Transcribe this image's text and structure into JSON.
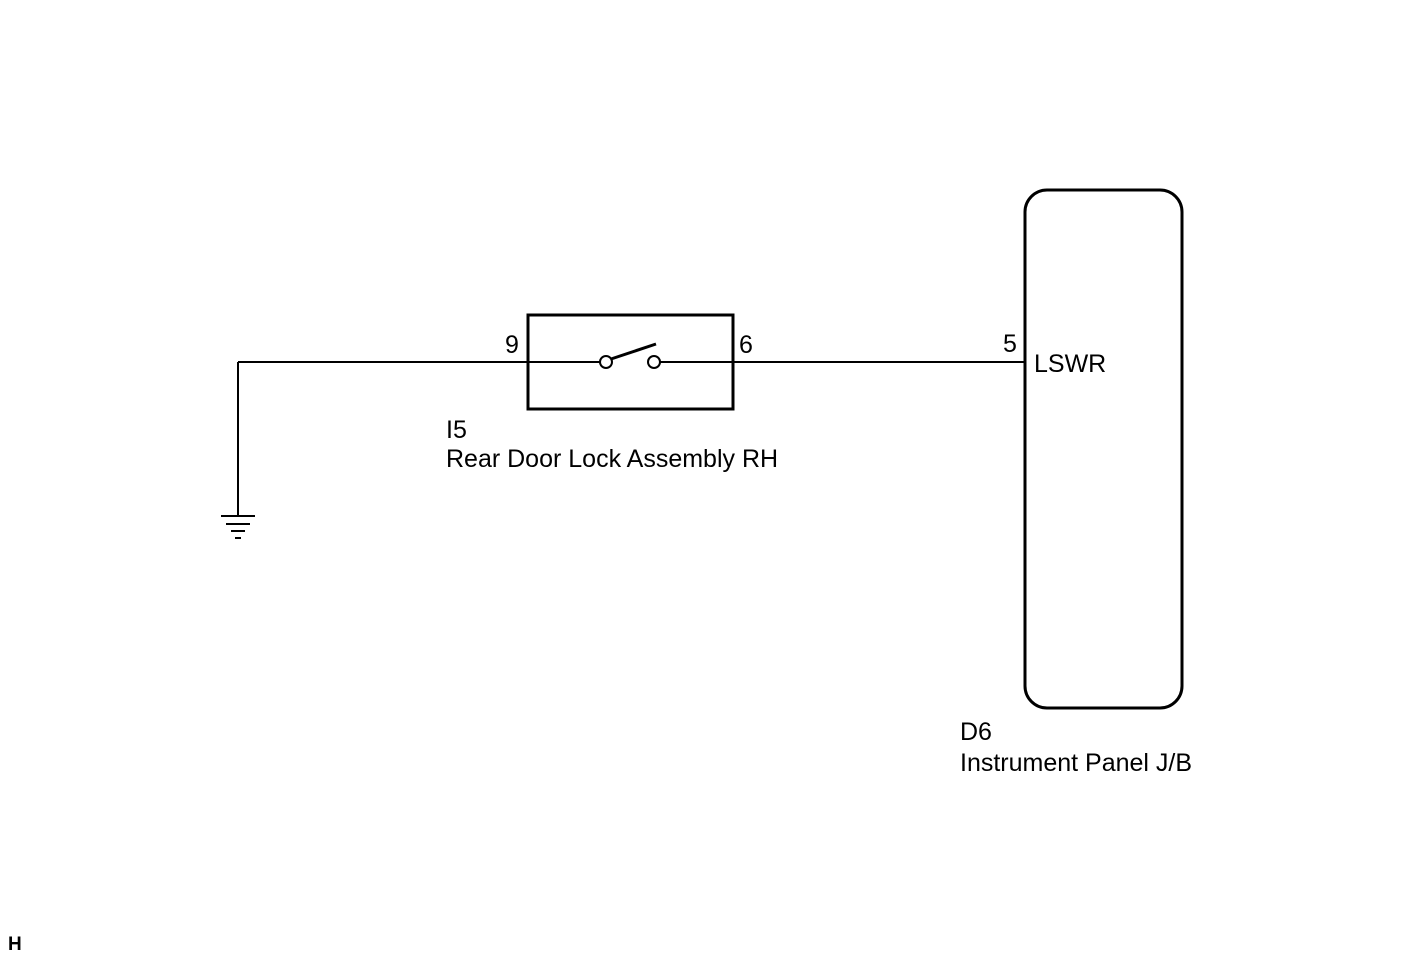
{
  "switch_component": {
    "code": "I5",
    "name": "Rear Door Lock Assembly RH",
    "pin_left": "9",
    "pin_right": "6"
  },
  "junction_block": {
    "code": "D6",
    "name": "Instrument Panel J/B",
    "pin": "5",
    "terminal": "LSWR"
  },
  "corner_mark": "H",
  "colors": {
    "line": "#000000",
    "background": "#ffffff"
  }
}
